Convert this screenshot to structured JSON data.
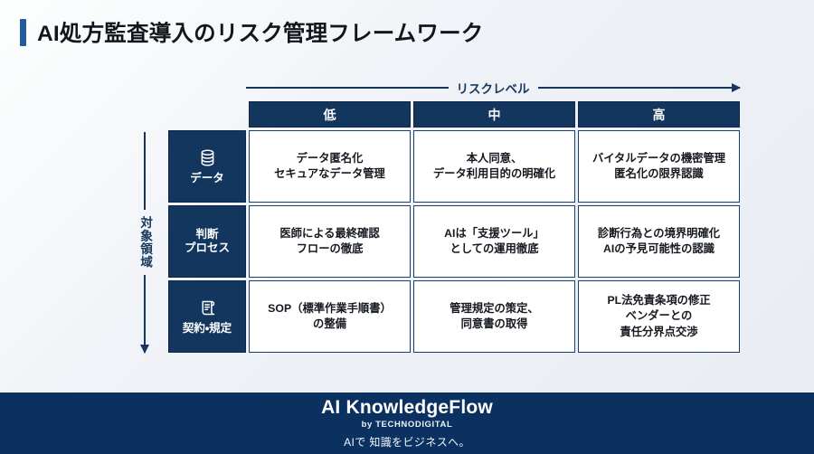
{
  "title": {
    "text": "AI処方監査導入のリスク管理フレームワーク",
    "accent_color": "#1f5b9e"
  },
  "axes": {
    "risk": {
      "label": "リスクレベル",
      "arrow": "right-arrow-icon",
      "color": "#16365c"
    },
    "domain": {
      "label": "対象領域",
      "arrow": "down-arrow-icon",
      "color": "#16365c"
    }
  },
  "matrix": {
    "header_bg": "#13365f",
    "cell_border": "#1b3f6b",
    "columns": [
      {
        "label": "低"
      },
      {
        "label": "中"
      },
      {
        "label": "高"
      }
    ],
    "rows": [
      {
        "icon": "database-icon",
        "label": "データ",
        "cells": [
          "データ匿名化\nセキュアなデータ管理",
          "本人同意、\nデータ利用目的の明確化",
          "バイタルデータの機密管理\n匿名化の限界認識"
        ]
      },
      {
        "icon": "none",
        "label": "判断\nプロセス",
        "cells": [
          "医師による最終確認\nフローの徹底",
          "AIは「支援ツール」\nとしての運用徹底",
          "診断行為との境界明確化\nAIの予見可能性の認識"
        ]
      },
      {
        "icon": "scroll-document-icon",
        "label": "契約・規定",
        "cells": [
          "SOP（標準作業手順書）\nの整備",
          "管理規定の策定、\n同意書の取得",
          "PL法免責条項の修正\nベンダーとの\n責任分界点交渉"
        ]
      }
    ]
  },
  "footer": {
    "brand": "AI KnowledgeFlow",
    "subtitle": "by TECHNODIGITAL",
    "tagline": "AIで 知識をビジネスへ。",
    "bg_color": "#0b3160"
  }
}
